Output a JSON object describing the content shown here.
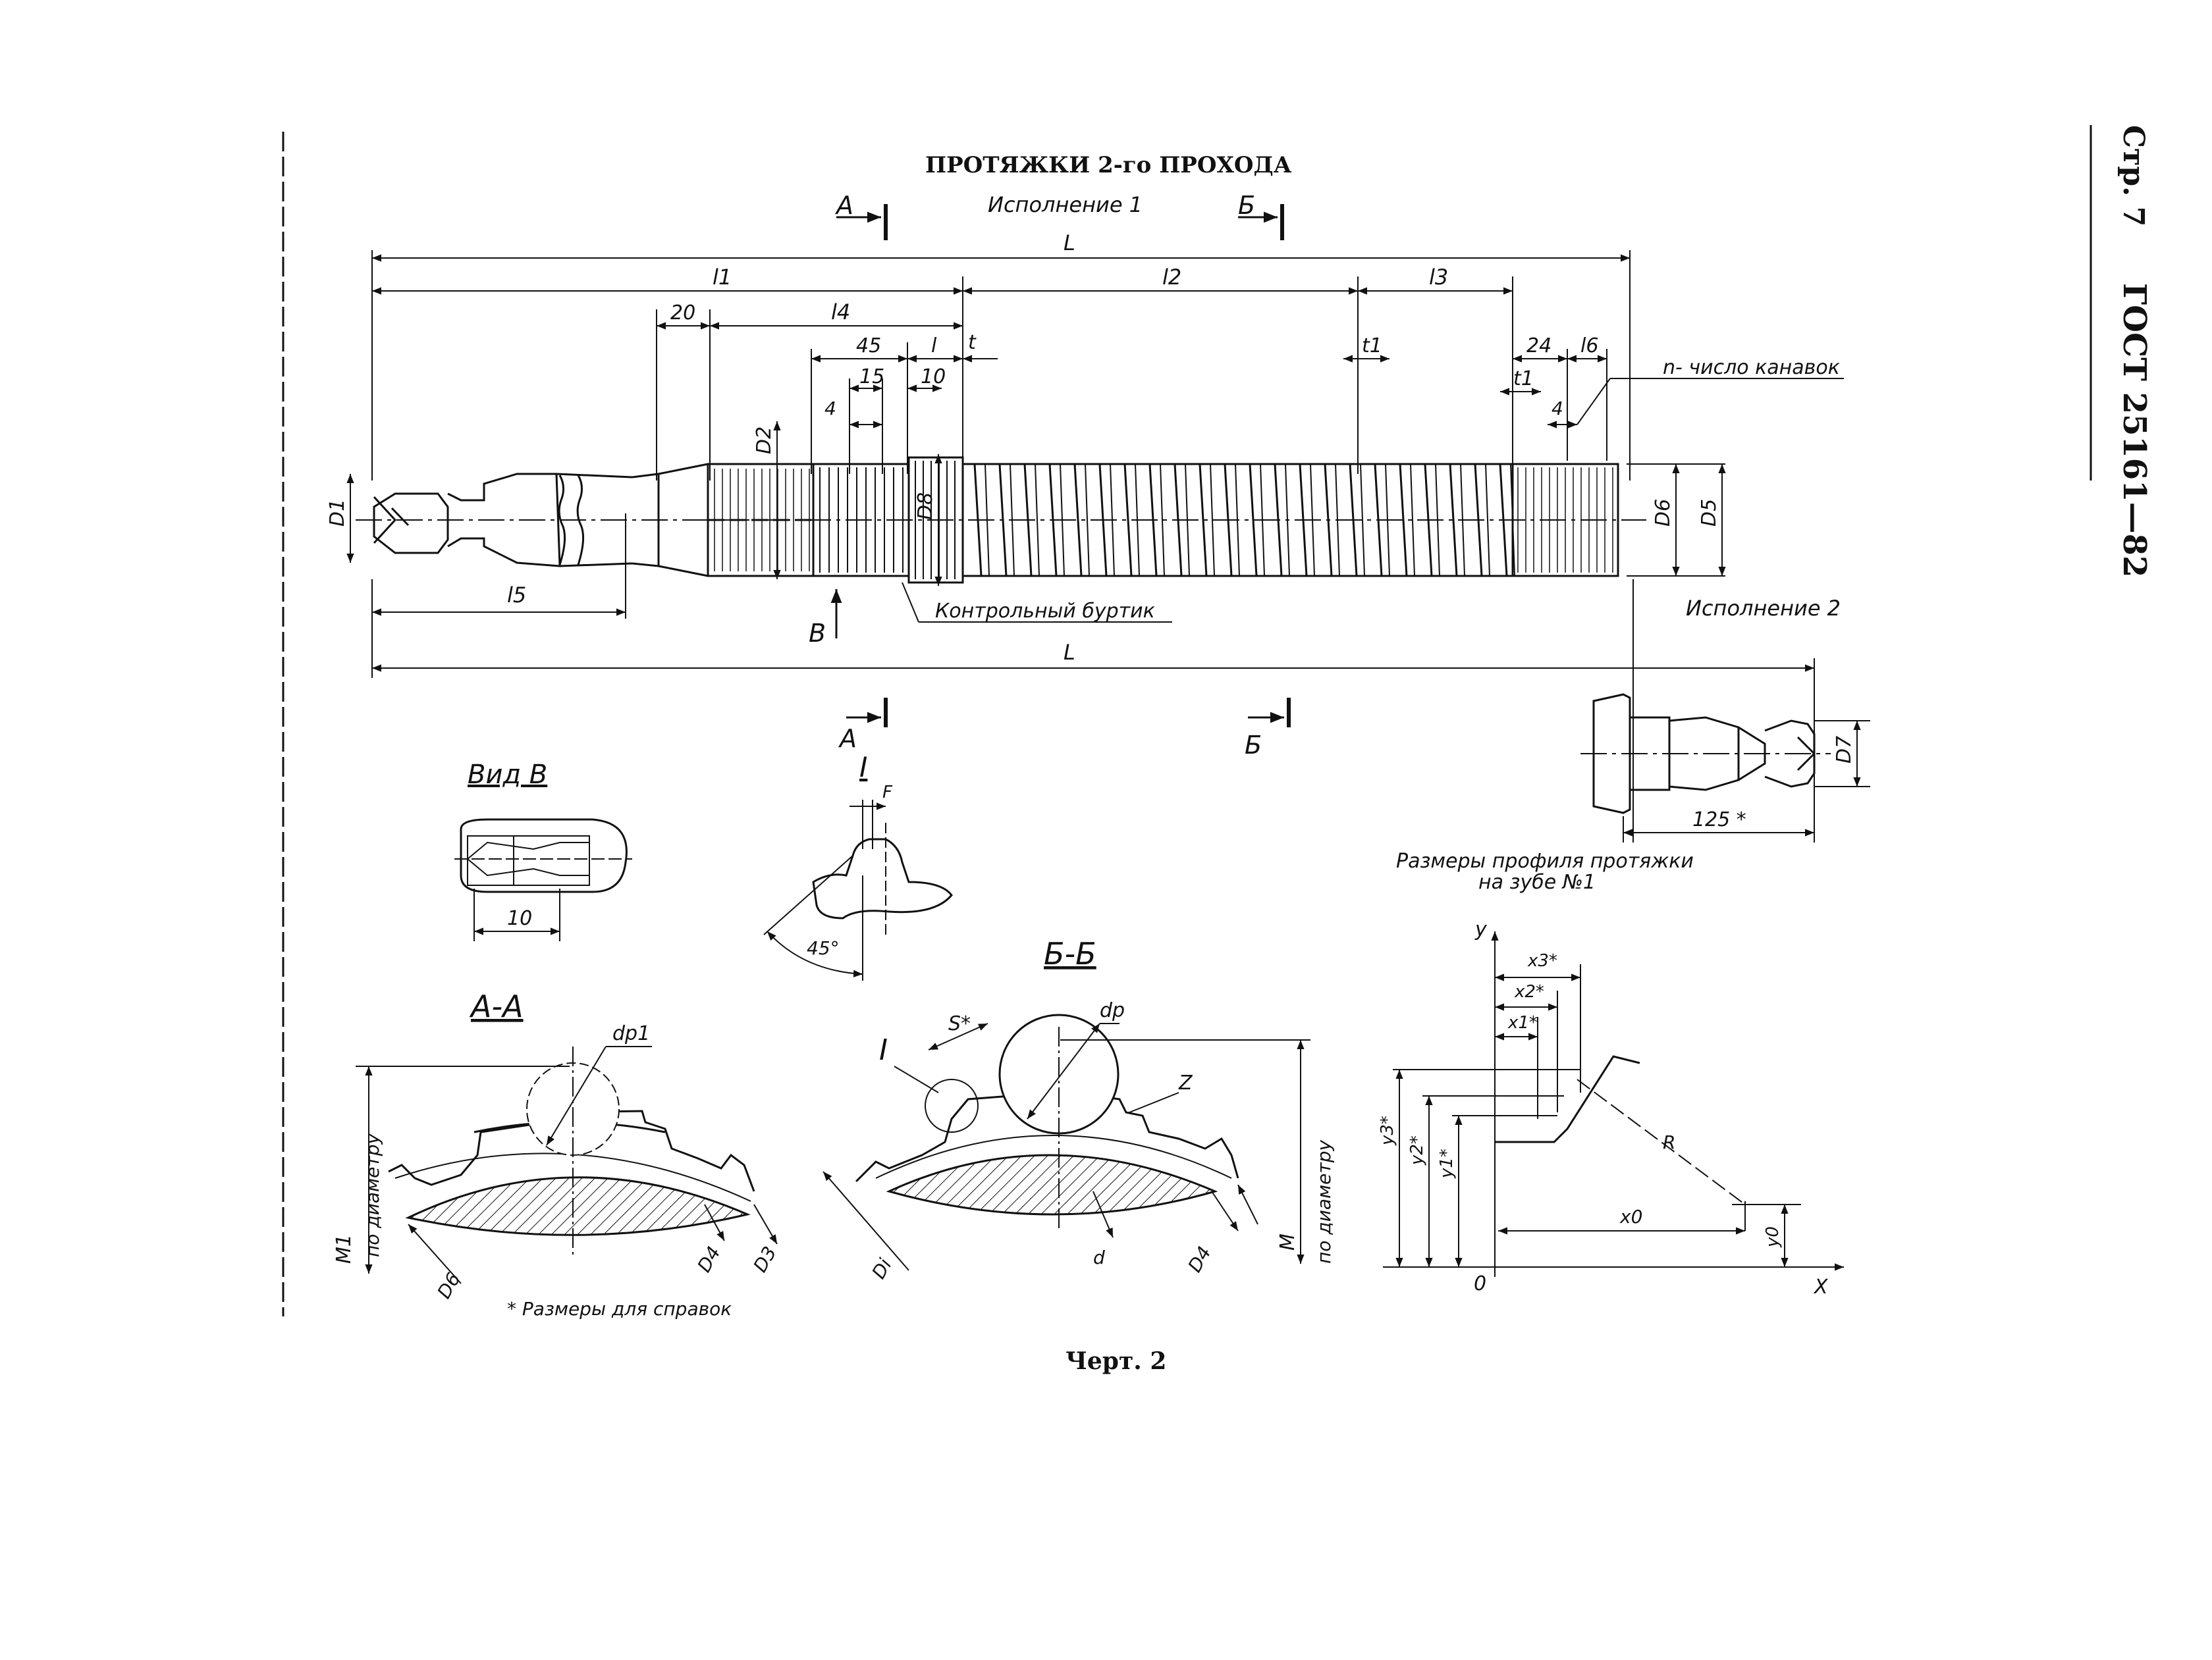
{
  "title": "ПРОТЯЖКИ 2-го ПРОХОДА",
  "page_header": {
    "page": "Стр. 7",
    "standard": "ГОСТ 25161—82"
  },
  "caption": "Черт. 2",
  "footnote": "* Размеры для справок",
  "variant_1": "Исполнение 1",
  "variant_2": "Исполнение 2",
  "control_collar": "Контрольный буртик",
  "grooves_note": "n- число канавок",
  "profile_note": {
    "line1": "Размеры профиля протяжки",
    "line2": "на зубе №1"
  },
  "views": {
    "view_b": "Вид В",
    "detail_i": "I",
    "section_aa": "А-А",
    "section_bb": "Б-Б"
  },
  "section_marks": {
    "a": "А",
    "b": "Б",
    "v": "В"
  },
  "dimensions": {
    "L": "L",
    "l1": "l1",
    "l2": "l2",
    "l3": "l3",
    "l4": "l4",
    "l5": "l5",
    "l6": "l6",
    "l": "l",
    "t": "t",
    "t1": "t1",
    "d20": "20",
    "d45": "45",
    "d15": "15",
    "d10": "10",
    "d4": "4",
    "d24": "24",
    "d10b": "10",
    "d125": "125 *",
    "angle45": "45°",
    "F": "F",
    "D1": "D1",
    "D2": "D2",
    "D5": "D5",
    "D6": "D6",
    "D7": "D7",
    "D8": "D8",
    "D3": "D3",
    "D4": "D4",
    "Di": "Di",
    "d": "d",
    "dp1": "dp1",
    "dp": "dp",
    "S": "S*",
    "Z": "Z",
    "M1": "M1",
    "M": "M",
    "by_diameter": "по диаметру",
    "R": "R",
    "x0": "x0",
    "y0": "y0",
    "x1": "x1*",
    "x2": "x2*",
    "x3": "x3*",
    "y1": "y1*",
    "y2": "y2*",
    "y3": "y3*",
    "axis_x": "X",
    "axis_y": "y",
    "origin": "0"
  }
}
